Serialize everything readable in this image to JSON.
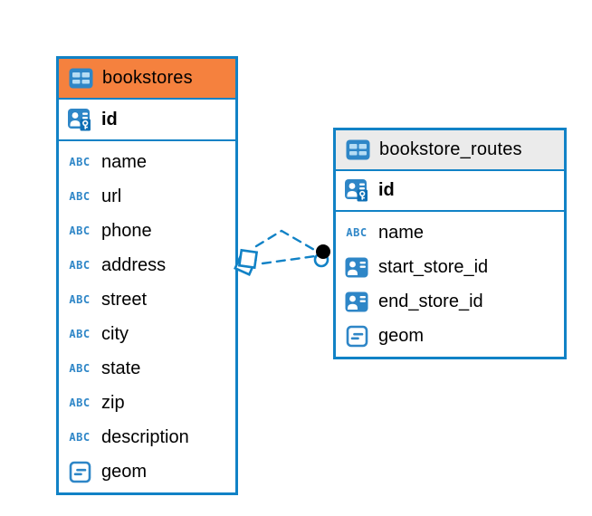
{
  "colors": {
    "accent_blue": "#1182C6",
    "icon_blue": "#2E86C7",
    "icon_cell_blue": "#B5DCF4",
    "key_badge_blue": "#0E6FB5",
    "header_orange": "#F5813E",
    "header_gray": "#EBEBEB",
    "row_text": "#000000",
    "connector_dot": "#000000"
  },
  "tables": [
    {
      "name": "bookstores",
      "header_icon": "table-icon",
      "header_bg": "#F5813E",
      "key_columns": [
        {
          "name": "id",
          "icon": "primary-key-icon"
        }
      ],
      "columns": [
        {
          "name": "name",
          "icon": "text-type-icon"
        },
        {
          "name": "url",
          "icon": "text-type-icon"
        },
        {
          "name": "phone",
          "icon": "text-type-icon"
        },
        {
          "name": "address",
          "icon": "text-type-icon"
        },
        {
          "name": "street",
          "icon": "text-type-icon"
        },
        {
          "name": "city",
          "icon": "text-type-icon"
        },
        {
          "name": "state",
          "icon": "text-type-icon"
        },
        {
          "name": "zip",
          "icon": "text-type-icon"
        },
        {
          "name": "description",
          "icon": "text-type-icon"
        },
        {
          "name": "geom",
          "icon": "geometry-type-icon"
        }
      ]
    },
    {
      "name": "bookstore_routes",
      "header_icon": "table-icon",
      "header_bg": "#EBEBEB",
      "key_columns": [
        {
          "name": "id",
          "icon": "primary-key-icon"
        }
      ],
      "columns": [
        {
          "name": "name",
          "icon": "text-type-icon"
        },
        {
          "name": "start_store_id",
          "icon": "foreign-key-icon"
        },
        {
          "name": "end_store_id",
          "icon": "foreign-key-icon"
        },
        {
          "name": "geom",
          "icon": "geometry-type-icon"
        }
      ]
    }
  ],
  "relationships": [
    {
      "from": "bookstores",
      "to": "bookstore_routes",
      "style": "dashed",
      "path": "elbow-upper"
    },
    {
      "from": "bookstores",
      "to": "bookstore_routes",
      "style": "dashed",
      "path": "straight-lower"
    }
  ],
  "icon_labels": {
    "text_type": "ABC"
  }
}
